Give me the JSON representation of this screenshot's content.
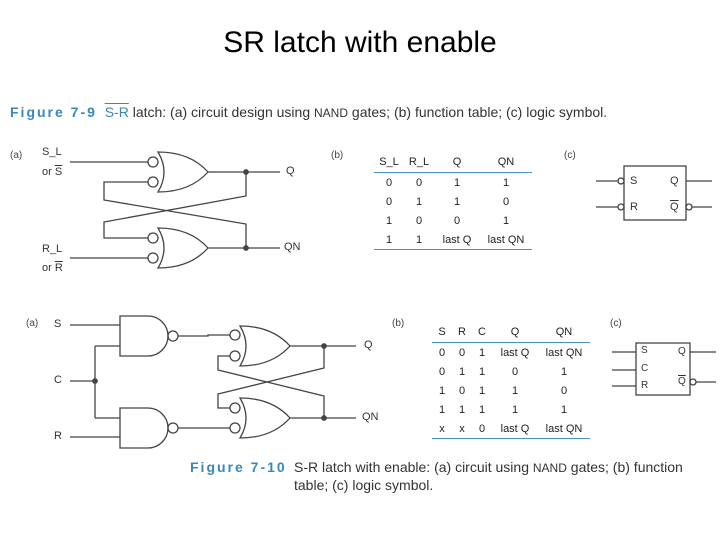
{
  "slide": {
    "title": "SR latch with enable"
  },
  "fig9": {
    "caption_num": "Figure 7-9",
    "caption_sr": "S-R",
    "caption_text_1": " latch: (a) circuit design using ",
    "caption_nand": "NAND",
    "caption_text_2": " gates; (b) function table; (c) logic symbol.",
    "panel_a": "(a)",
    "panel_b": "(b)",
    "panel_c": "(c)",
    "in_s_name": "S_L",
    "in_s_or": "or ",
    "in_s_bar": "S",
    "in_r_name": "R_L",
    "in_r_or": "or ",
    "in_r_bar": "R",
    "out_q": "Q",
    "out_qn": "QN",
    "table": {
      "headers": [
        "S_L",
        "R_L",
        "Q",
        "QN"
      ],
      "rows": [
        [
          "0",
          "0",
          "1",
          "1"
        ],
        [
          "0",
          "1",
          "1",
          "0"
        ],
        [
          "1",
          "0",
          "0",
          "1"
        ],
        [
          "1",
          "1",
          "last Q",
          "last QN"
        ]
      ]
    },
    "symbol": {
      "s": "S",
      "r": "R",
      "q": "Q",
      "qn": "Q"
    }
  },
  "fig10": {
    "caption_num": "Figure 7-10",
    "caption_text_1": "S-R latch with enable: (a) circuit using ",
    "caption_nand": "NAND",
    "caption_text_2": " gates; (b) function",
    "caption_line2": "table; (c) logic symbol.",
    "panel_a": "(a)",
    "panel_b": "(b)",
    "panel_c": "(c)",
    "in_s": "S",
    "in_c": "C",
    "in_r": "R",
    "out_q": "Q",
    "out_qn": "QN",
    "table": {
      "headers": [
        "S",
        "R",
        "C",
        "Q",
        "QN"
      ],
      "rows": [
        [
          "0",
          "0",
          "1",
          "last Q",
          "last QN"
        ],
        [
          "0",
          "1",
          "1",
          "0",
          "1"
        ],
        [
          "1",
          "0",
          "1",
          "1",
          "0"
        ],
        [
          "1",
          "1",
          "1",
          "1",
          "1"
        ],
        [
          "x",
          "x",
          "0",
          "last Q",
          "last QN"
        ]
      ]
    },
    "symbol": {
      "s": "S",
      "c": "C",
      "r": "R",
      "q": "Q",
      "qn": "Q"
    }
  }
}
